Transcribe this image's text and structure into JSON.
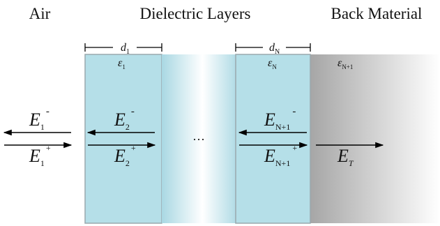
{
  "header": {
    "left": "Air",
    "middle": "Dielectric Layers",
    "right": "Back Material"
  },
  "layers": {
    "d1": {
      "base": "d",
      "sub": "1"
    },
    "dN": {
      "base": "d",
      "sub": "N"
    },
    "eps1": {
      "base": "ε",
      "sub": "1"
    },
    "epsN": {
      "base": "ε",
      "sub": "N"
    },
    "epsN1": {
      "base": "ε",
      "sub": "N+1"
    }
  },
  "ellipsis": "···",
  "fields": {
    "e1_minus": {
      "base": "E",
      "sub": "1",
      "sup": "-"
    },
    "e1_plus": {
      "base": "E",
      "sub": "1",
      "sup": "+"
    },
    "e2_minus": {
      "base": "E",
      "sub": "2",
      "sup": "-"
    },
    "e2_plus": {
      "base": "E",
      "sub": "2",
      "sup": "+"
    },
    "eN1_minus": {
      "base": "E",
      "sub": "N+1",
      "sup": "-"
    },
    "eN1_plus": {
      "base": "E",
      "sub": "N+1",
      "sup": "+"
    },
    "et": {
      "base": "E",
      "sub": "T"
    }
  },
  "colors": {
    "layer_fill": "#b5dfe8",
    "layer_edge": "#9aa9ad",
    "back_dark": "#a9a9a9",
    "arrow": "#000000"
  }
}
